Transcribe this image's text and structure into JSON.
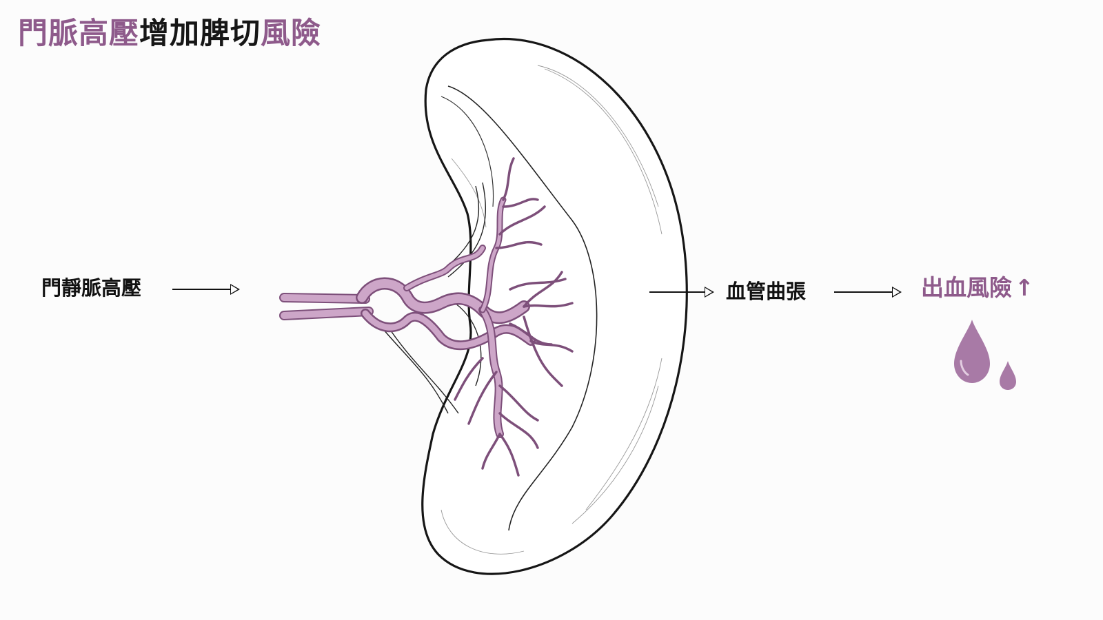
{
  "title": {
    "part1": "門脈高壓",
    "part2": "增加脾切",
    "part3": "風險"
  },
  "flow": {
    "cause": "門靜脈高壓",
    "effect": "血管曲張",
    "outcome": "出血風險",
    "outcome_symbol": "↑"
  },
  "colors": {
    "accent": "#8e5a8b",
    "vessel_fill": "#cda6c8",
    "vessel_stroke": "#7d4f7a",
    "outline": "#161616",
    "text": "#111111",
    "drop": "#a87aa6"
  },
  "icons": [
    "spleen-illustration",
    "blood-drop-icon",
    "small-blood-drop-icon",
    "arrow-icon"
  ]
}
